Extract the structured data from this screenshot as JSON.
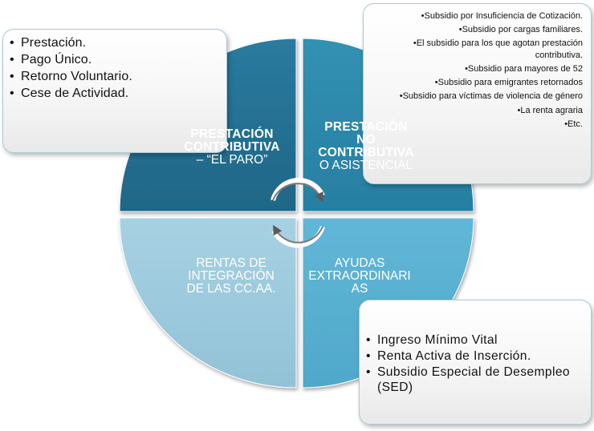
{
  "colors": {
    "top_left": "#236f91",
    "top_right": "#2c86a8",
    "bottom_left": "#9dcadd",
    "bottom_right": "#58b0d1"
  },
  "boxes": {
    "top_left_items": [
      "Prestación.",
      "Pago Único.",
      "Retorno Voluntario.",
      "Cese de Actividad."
    ],
    "top_right_items": [
      "•Subsidio por Insuficiencia de Cotización.",
      "•Subsidio por cargas familiares.",
      "•El subsidio para los que agotan prestación contributiva.",
      "•Subsidio para mayores de 52",
      "•Subsidio para emigrantes retornados",
      "•Subsidio para víctimas de violencia de género",
      "•La renta agraria",
      "•Etc."
    ],
    "bottom_right_items": [
      "Ingreso Mínimo Vital",
      "Renta Activa de Inserción.",
      "Subsidio Especial de Desempleo (SED)"
    ]
  },
  "quadrants": {
    "top_left": {
      "line1": "PRESTACIÓN",
      "line2": "CONTRIBUTIVA",
      "line3": "– “EL PARO”"
    },
    "top_right": {
      "line1": "PRESTACIÓN",
      "line2": "NO",
      "line3": "CONTRIBUTIVA",
      "line4": "O ASISTENCIAL"
    },
    "bottom_left": {
      "line1": "RENTAS DE",
      "line2": "INTEGRACIÓN",
      "line3": "DE LAS CC.AA."
    },
    "bottom_right": {
      "line1": "AYUDAS",
      "line2": "EXTRAORDINARI",
      "line3": "AS"
    }
  }
}
